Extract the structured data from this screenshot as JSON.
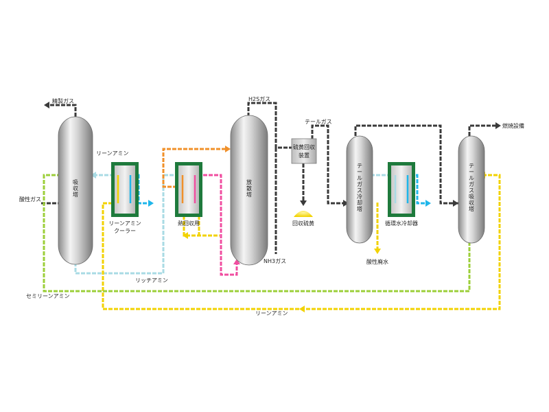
{
  "labels": {
    "refined_gas": "精製ガス",
    "acid_gas": "酸性ガス",
    "lean_amine_top": "リーンアミン",
    "lean_amine_cooler_1": "リーンアミン",
    "lean_amine_cooler_2": "クーラー",
    "heat_exchanger": "熱回収用",
    "rich_amine": "リッチアミン",
    "semi_lean_amine": "セミリーンアミン",
    "lean_amine_bottom": "リーンアミン",
    "h2s_gas": "H2Sガス",
    "nh3_gas": "NH3ガス",
    "tail_gas": "テールガス",
    "sulfur_recovery_unit_1": "硫黄回収",
    "sulfur_recovery_unit_2": "装置",
    "recovered_sulfur": "回収硫黄",
    "circulating_water_cooler": "循環水冷却器",
    "acidic_wastewater": "酸性廃水",
    "to_incinerator": "燃焼設備"
  },
  "vessels": {
    "absorber": "吸収塔",
    "regenerator": "放散塔",
    "tail_gas_cooling_tower": "テールガス冷却塔",
    "tail_gas_absorber": "テールガス吸収塔"
  },
  "colors": {
    "gas_line": "#3a3a3a",
    "rich_amine": "#f04ea0",
    "lean_amine": "#f2d200",
    "semi_lean_amine": "#9ccf3a",
    "cooling_in": "#1fb6ea",
    "cooling_out": "#a9dbe4",
    "hot_line": "#f0902a",
    "exchanger_frame": "#1e7a3c"
  }
}
